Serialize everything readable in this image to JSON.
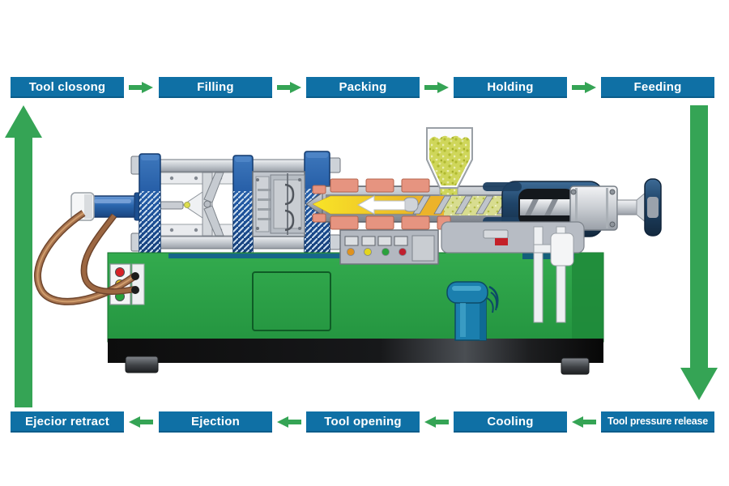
{
  "flow": {
    "top_steps": [
      {
        "label": "Tool closong"
      },
      {
        "label": "Filling"
      },
      {
        "label": "Packing"
      },
      {
        "label": "Holding"
      },
      {
        "label": "Feeding"
      }
    ],
    "bottom_steps": [
      {
        "label": "Ejecior retract"
      },
      {
        "label": "Ejection"
      },
      {
        "label": "Tool opening"
      },
      {
        "label": "Cooling"
      },
      {
        "label": "Tool pressure release"
      }
    ],
    "arrows": {
      "top_direction": "right",
      "bottom_direction": "left",
      "left_side_direction": "up",
      "right_side_direction": "down"
    }
  },
  "colors": {
    "step_box_bg": "#0f70a5",
    "step_text": "#ffffff",
    "arrow_green": "#35a455",
    "machine_base_green": "#2ca348",
    "platen_blue": "#2a66ad",
    "injection_housing_navy": "#1f4468",
    "heater_band_salmon": "#e69480",
    "melt_yellow": "#f4df24",
    "granule_green_yellow": "#cfd65a",
    "hose_brown": "#a8744e",
    "background": "#ffffff"
  },
  "machine": {
    "parts": [
      "clamp-cylinder",
      "hydraulic-hoses",
      "clamping-frame",
      "toggle-mechanism",
      "moving-platen",
      "support-platen",
      "fixed-platen",
      "mold",
      "nozzle",
      "barrel",
      "heater-bands",
      "screw",
      "melt-flow-arrow",
      "hopper",
      "plastic-granules",
      "injection-housing",
      "piston-rod",
      "guide-posts",
      "carriage",
      "control-panel",
      "indicator-lights",
      "operator-buttons",
      "coolant-pump",
      "machine-base",
      "access-door",
      "machine-feet"
    ]
  }
}
